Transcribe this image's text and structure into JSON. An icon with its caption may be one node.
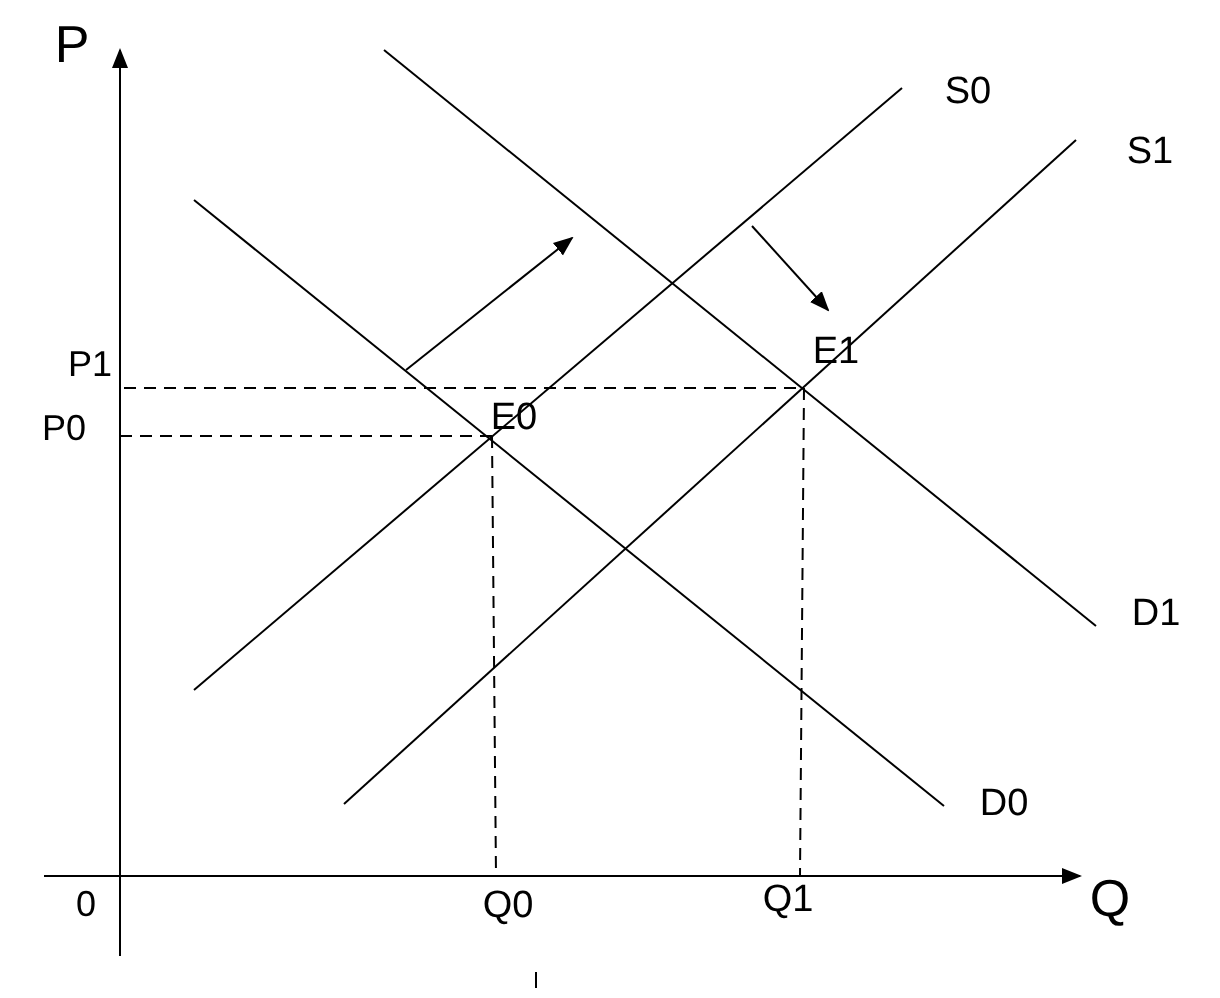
{
  "diagram": {
    "labels": [
      "P",
      "S0",
      "S1",
      "P1",
      "E1",
      "P0",
      "E0",
      "D1",
      "D0",
      "0",
      "Q0",
      "Q1",
      "Q"
    ]
  }
}
